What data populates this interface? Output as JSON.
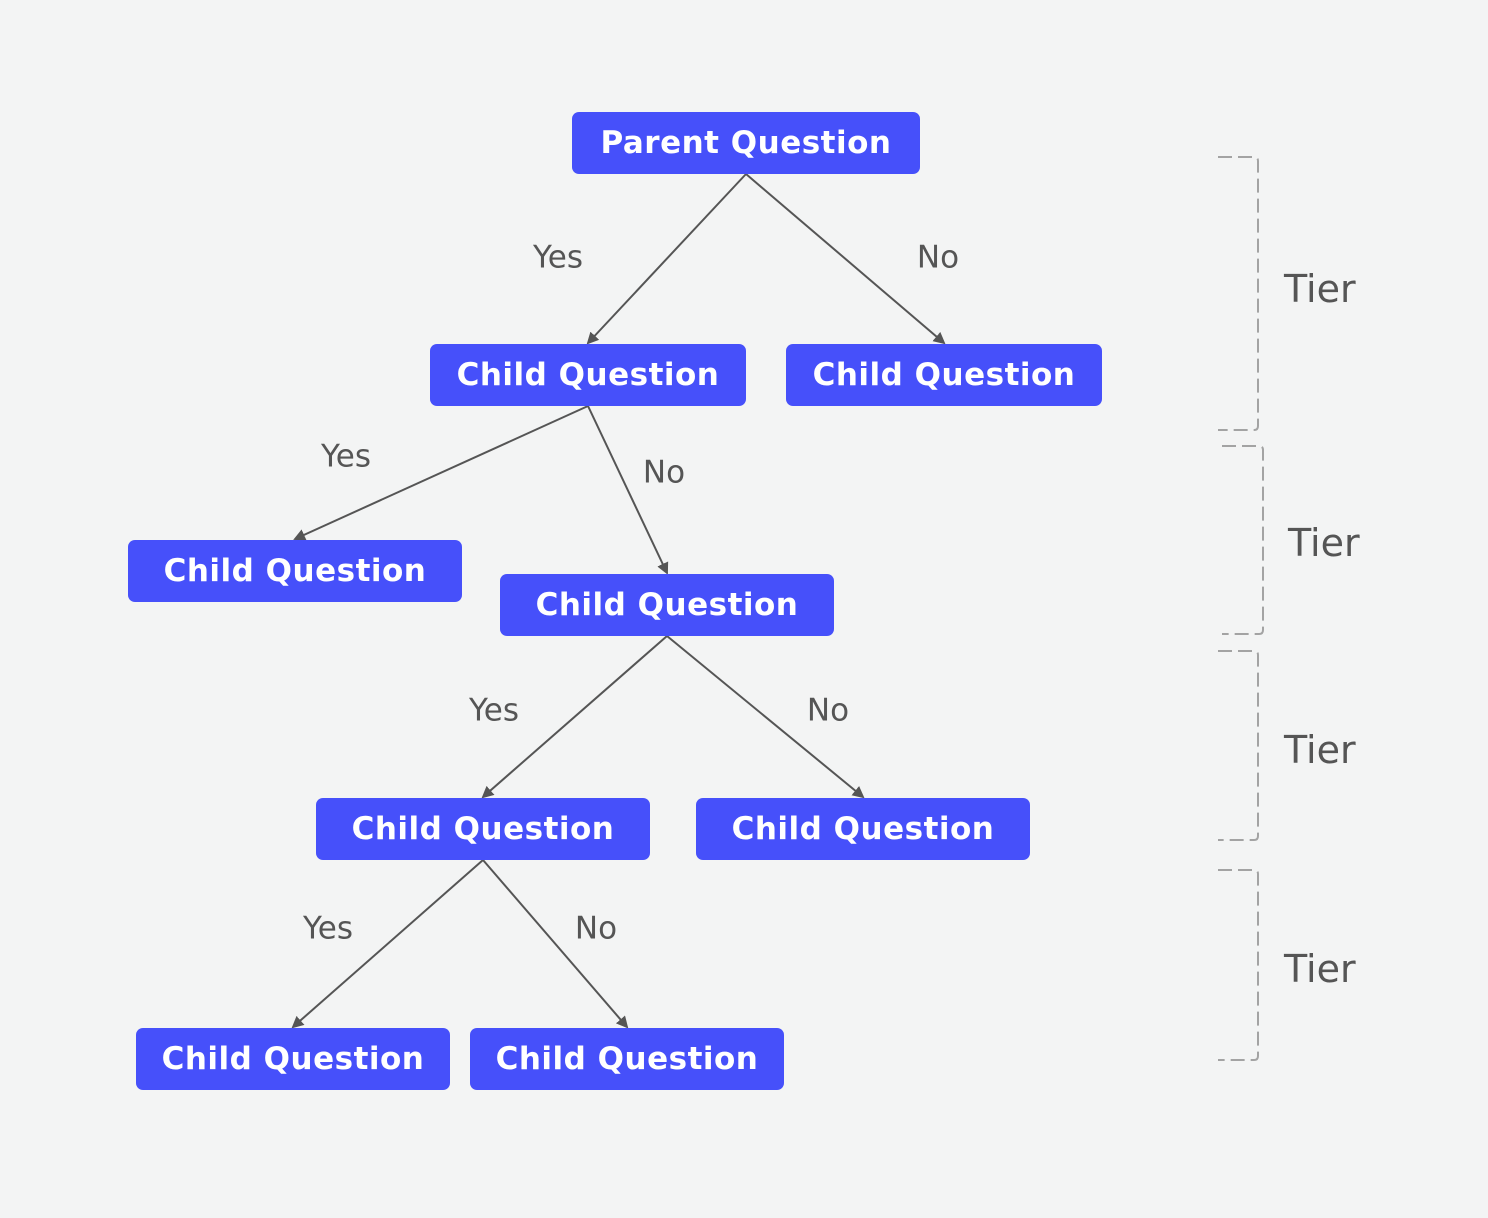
{
  "colors": {
    "background": "#f3f4f4",
    "node_fill": "#4650fa",
    "node_text": "#ffffff",
    "edge_stroke": "#555555",
    "edge_label": "#555555",
    "bracket_stroke": "#a3a3a3",
    "tier_label": "#555555"
  },
  "nodes": [
    {
      "id": "parent",
      "label": "Parent Question"
    },
    {
      "id": "c1",
      "label": "Child Question"
    },
    {
      "id": "c2",
      "label": "Child Question"
    },
    {
      "id": "c3",
      "label": "Child Question"
    },
    {
      "id": "c4",
      "label": "Child Question"
    },
    {
      "id": "c5",
      "label": "Child Question"
    },
    {
      "id": "c6",
      "label": "Child Question"
    },
    {
      "id": "c7",
      "label": "Child Question"
    },
    {
      "id": "c8",
      "label": "Child Question"
    }
  ],
  "edges": [
    {
      "from": "parent",
      "to": "c1",
      "label": "Yes"
    },
    {
      "from": "parent",
      "to": "c2",
      "label": "No"
    },
    {
      "from": "c1",
      "to": "c3",
      "label": "Yes"
    },
    {
      "from": "c1",
      "to": "c4",
      "label": "No"
    },
    {
      "from": "c4",
      "to": "c5",
      "label": "Yes"
    },
    {
      "from": "c4",
      "to": "c6",
      "label": "No"
    },
    {
      "from": "c5",
      "to": "c7",
      "label": "Yes"
    },
    {
      "from": "c5",
      "to": "c8",
      "label": "No"
    }
  ],
  "tiers": [
    {
      "label": "Tier"
    },
    {
      "label": "Tier"
    },
    {
      "label": "Tier"
    },
    {
      "label": "Tier"
    }
  ]
}
